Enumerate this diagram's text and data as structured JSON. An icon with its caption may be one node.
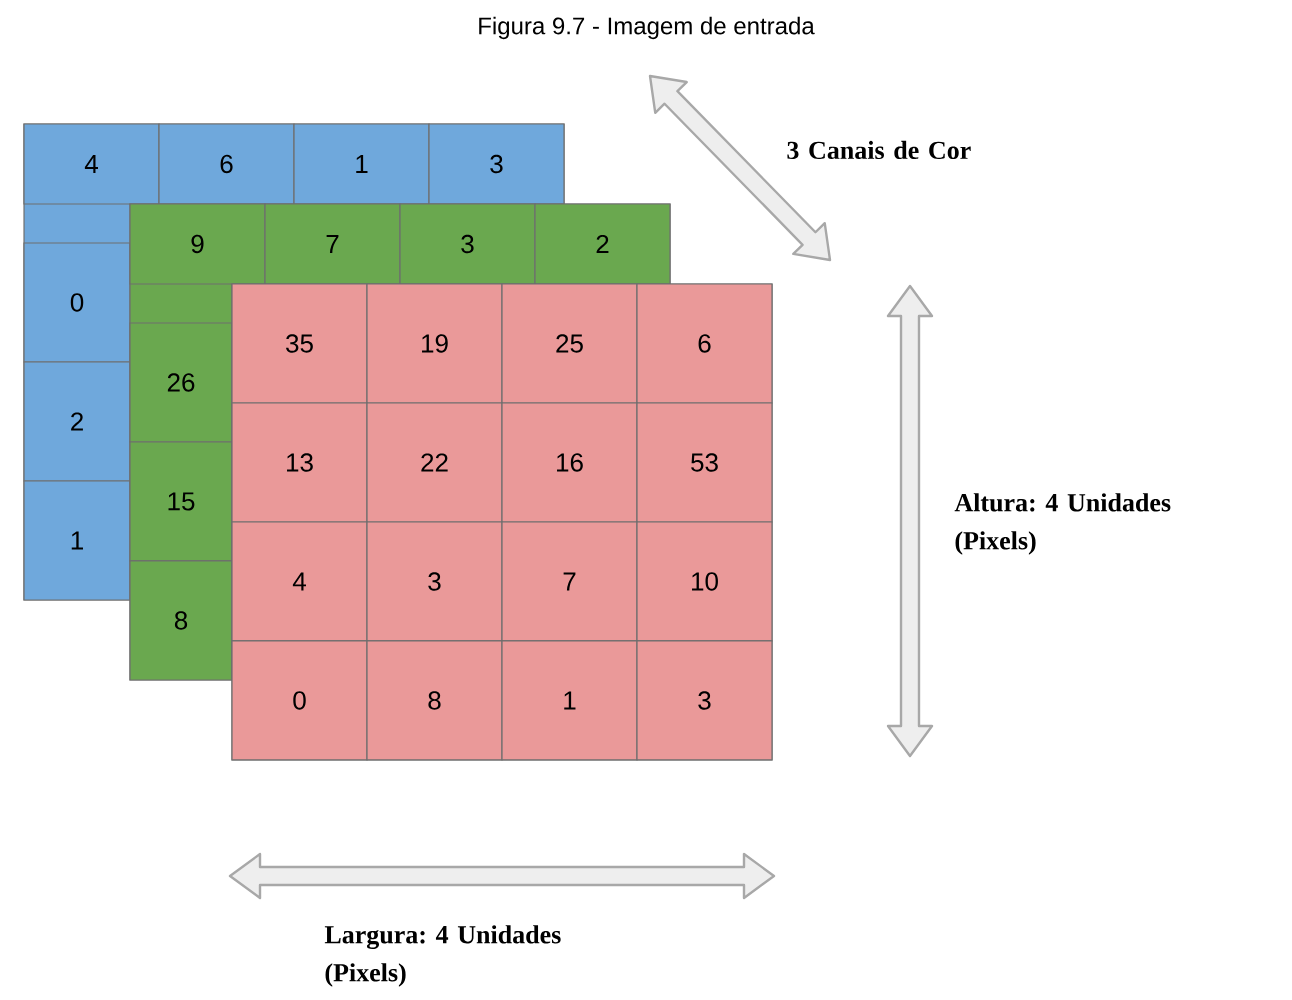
{
  "diagram": {
    "title": "Figura 9.7 - Imagem de entrada",
    "nodes": [
      {
        "text": [
          "4"
        ]
      },
      {
        "text": [
          "6"
        ]
      },
      {
        "text": [
          "1"
        ]
      },
      {
        "text": [
          "3"
        ]
      },
      {
        "text": [
          "0"
        ]
      },
      {
        "text": [
          "2"
        ]
      },
      {
        "text": [
          "1"
        ]
      },
      {
        "text": [
          "9"
        ]
      },
      {
        "text": [
          "7"
        ]
      },
      {
        "text": [
          "3"
        ]
      },
      {
        "text": [
          "2"
        ]
      },
      {
        "text": [
          "26"
        ]
      },
      {
        "text": [
          "15"
        ]
      },
      {
        "text": [
          "8"
        ]
      },
      {
        "text": [
          "35"
        ]
      },
      {
        "text": [
          "19"
        ]
      },
      {
        "text": [
          "25"
        ]
      },
      {
        "text": [
          "6"
        ]
      },
      {
        "text": [
          "13"
        ]
      },
      {
        "text": [
          "22"
        ]
      },
      {
        "text": [
          "16"
        ]
      },
      {
        "text": [
          "53"
        ]
      },
      {
        "text": [
          "4"
        ]
      },
      {
        "text": [
          "3"
        ]
      },
      {
        "text": [
          "7"
        ]
      },
      {
        "text": [
          "10"
        ]
      },
      {
        "text": [
          "0"
        ]
      },
      {
        "text": [
          "8"
        ]
      },
      {
        "text": [
          "1"
        ]
      },
      {
        "text": [
          "3"
        ]
      }
    ],
    "edges": [],
    "labels": [
      "3 Canais de Cor",
      "Altura: 4 Unidades (Pixels)",
      "Largura: 4 Unidades (Pixels)"
    ]
  }
}
